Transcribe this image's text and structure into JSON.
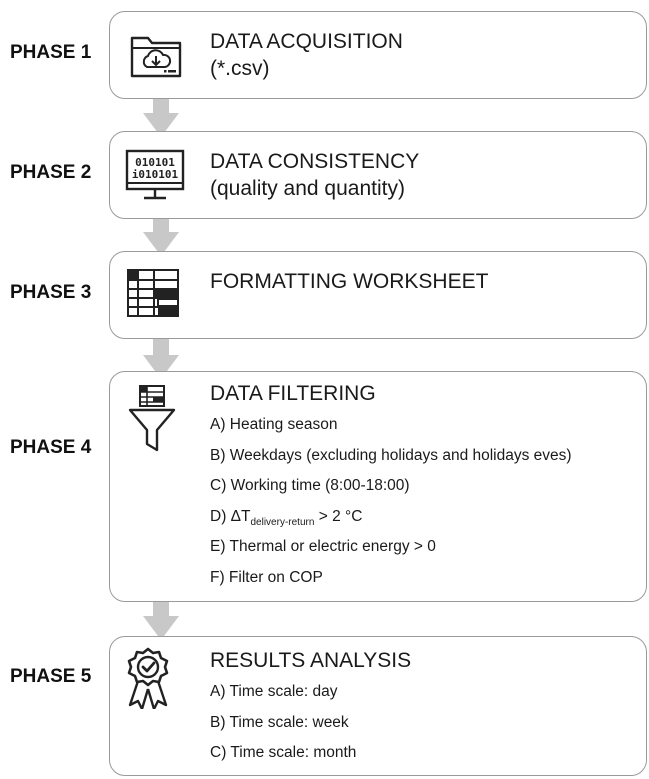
{
  "phases": [
    {
      "label": "PHASE 1",
      "title": "DATA ACQUISITION",
      "subtitle": "(*.csv)",
      "icon": "cloud-download-folder-icon"
    },
    {
      "label": "PHASE 2",
      "title": "DATA CONSISTENCY",
      "subtitle": "(quality and quantity)",
      "icon": "binary-monitor-icon"
    },
    {
      "label": "PHASE 3",
      "title": "FORMATTING WORKSHEET",
      "icon": "worksheet-icon"
    },
    {
      "label": "PHASE 4",
      "title": "DATA FILTERING",
      "icon": "filter-funnel-icon",
      "items": [
        "A) Heating season",
        "B) Weekdays (excluding holidays and holidays eves)",
        "C) Working time (8:00-18:00)",
        {
          "prefix": "D) ΔT",
          "sub": "delivery-return",
          "suffix": " > 2 °C"
        },
        "E) Thermal or electric energy > 0",
        "F) Filter on COP"
      ]
    },
    {
      "label": "PHASE 5",
      "title": "RESULTS ANALYSIS",
      "icon": "award-ribbon-icon",
      "items": [
        "A) Time scale: day",
        "B) Time scale: week",
        "C) Time scale: month"
      ]
    }
  ]
}
